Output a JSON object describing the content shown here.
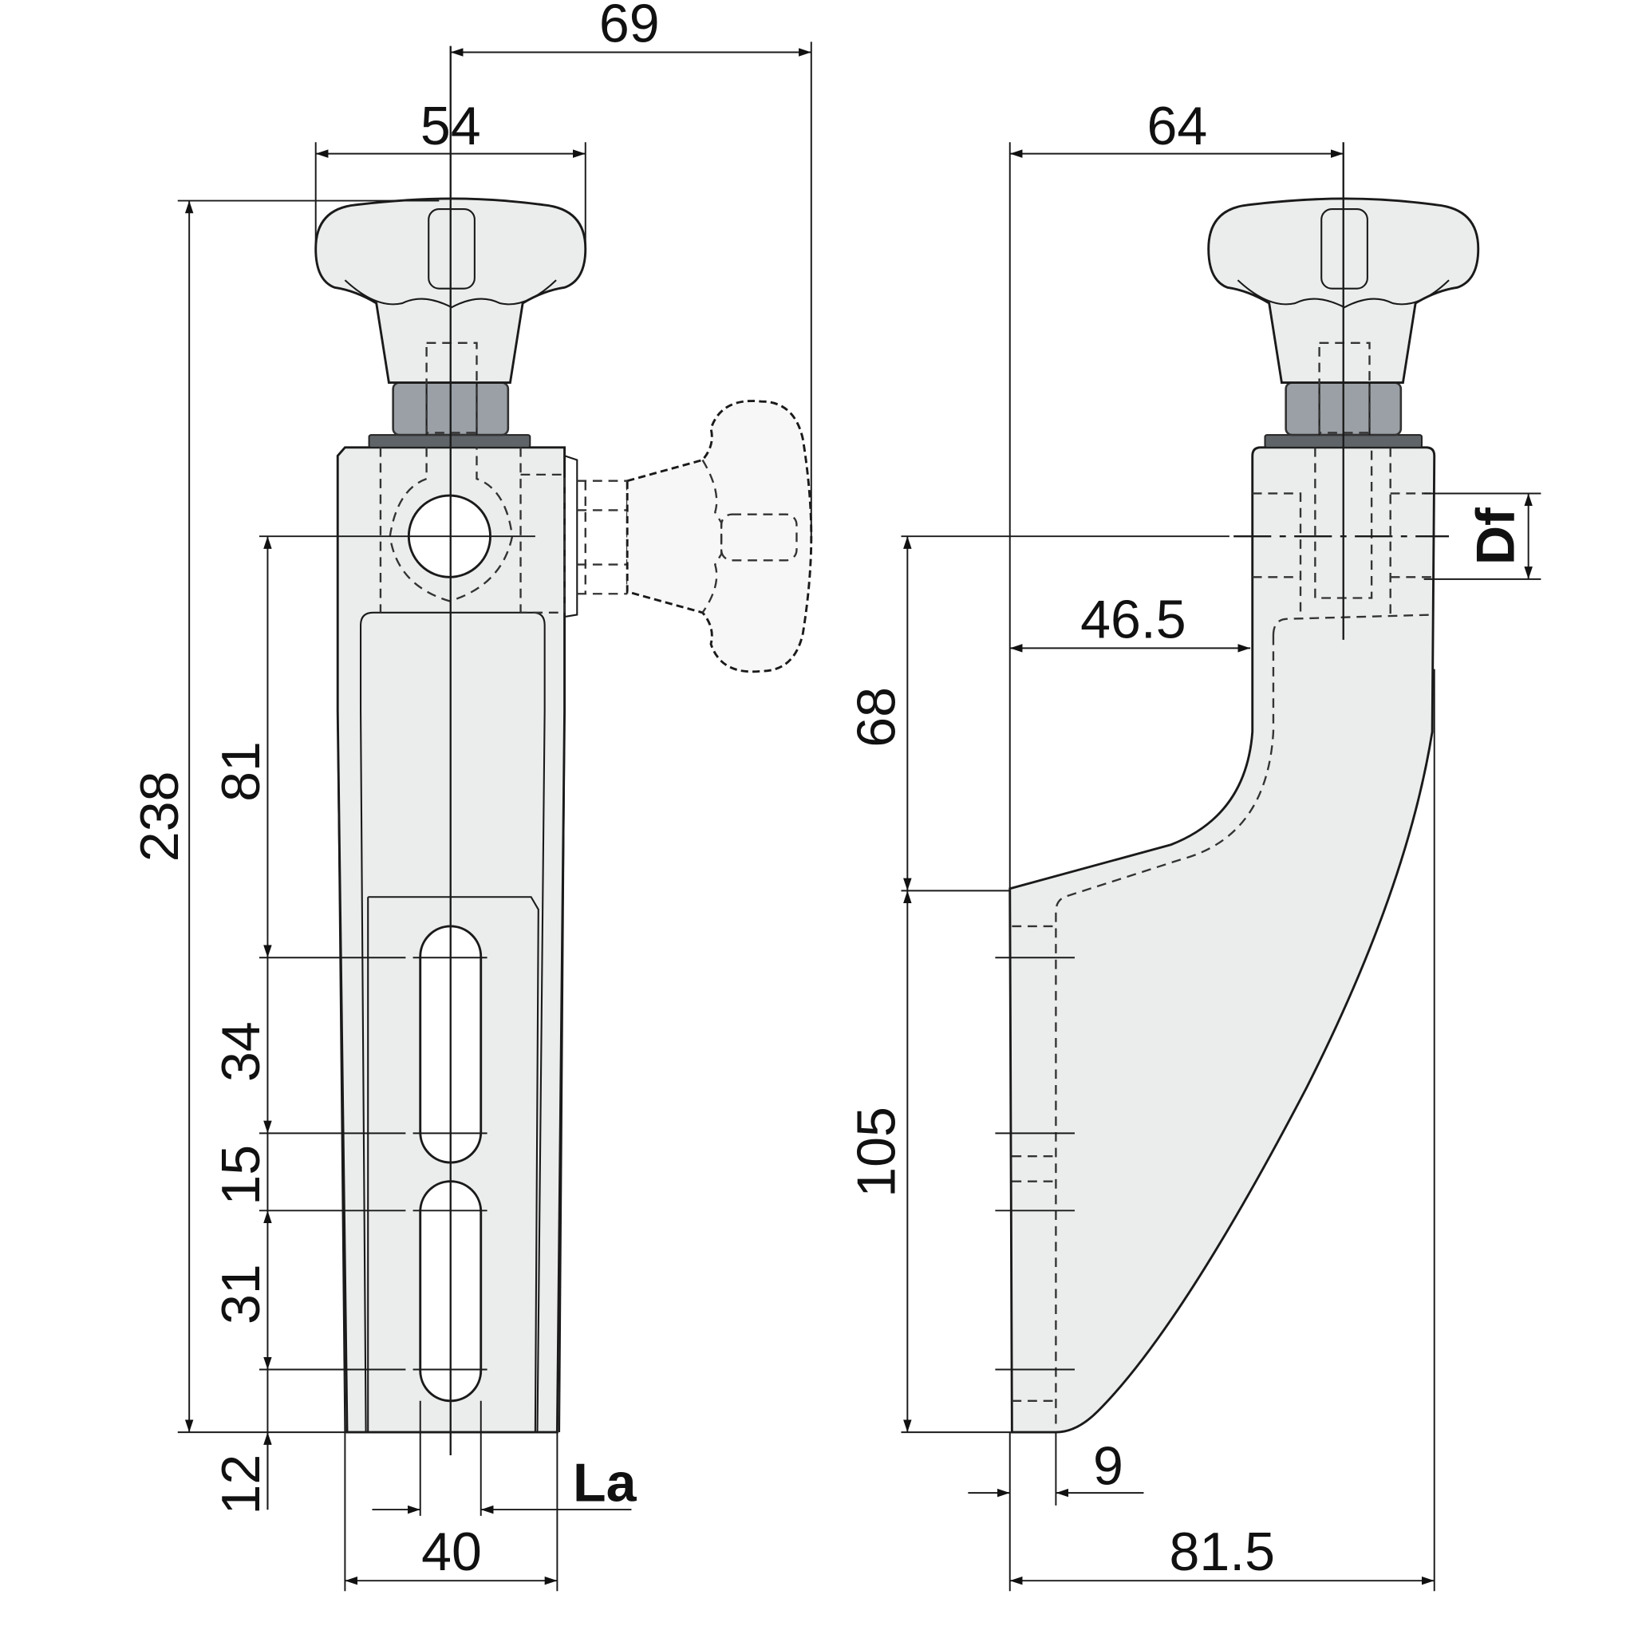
{
  "drawing": {
    "front_view": {
      "dim_overall_reach": "69",
      "dim_knob_width": "54",
      "dim_total_height": "238",
      "dim_hole_to_slots": "81",
      "dim_slot_upper": "34",
      "dim_slot_gap": "15",
      "dim_slot_lower": "31",
      "dim_bottom_offset": "12",
      "dim_body_width": "40",
      "label_slot_width": "La"
    },
    "side_view": {
      "dim_knob_offset": "64",
      "dim_arm_length": "46.5",
      "dim_arm_height": "68",
      "dim_foot_height": "105",
      "dim_foot_thickness": "9",
      "dim_overall_depth": "81.5",
      "label_bore_diameter": "Df"
    }
  },
  "colors": {
    "part_fill": "#ebecec",
    "nut_fill": "#9aa0a6",
    "line": "#1a1a1a"
  }
}
